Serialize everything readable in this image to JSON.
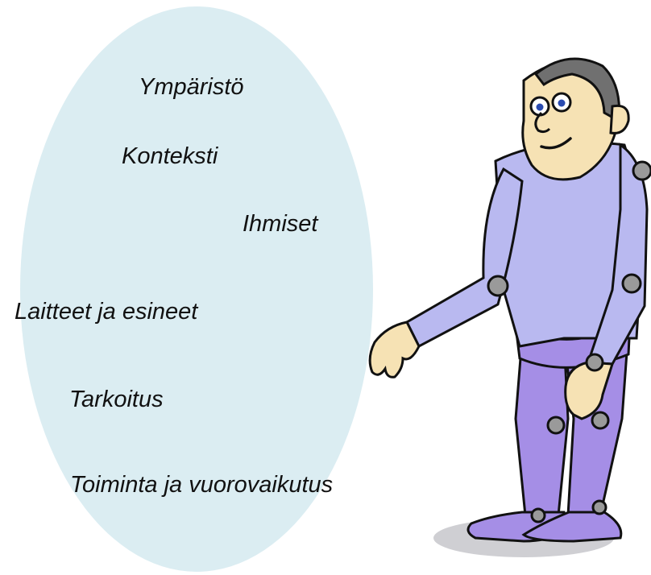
{
  "diagram": {
    "labels": {
      "environment": "Ympäristö",
      "context": "Konteksti",
      "people": "Ihmiset",
      "devices": "Laitteet ja esineet",
      "purpose": "Tarkoitus",
      "interaction": "Toiminta ja vuorovaikutus"
    },
    "colors": {
      "ellipse": "#dbedf2",
      "shirt": "#b9b9f0",
      "pants": "#a58ee6",
      "skin": "#f6e2b4",
      "hair": "#707070",
      "joint": "#9a9a9a",
      "outline": "#111111"
    },
    "icon": "cartoon-man"
  }
}
